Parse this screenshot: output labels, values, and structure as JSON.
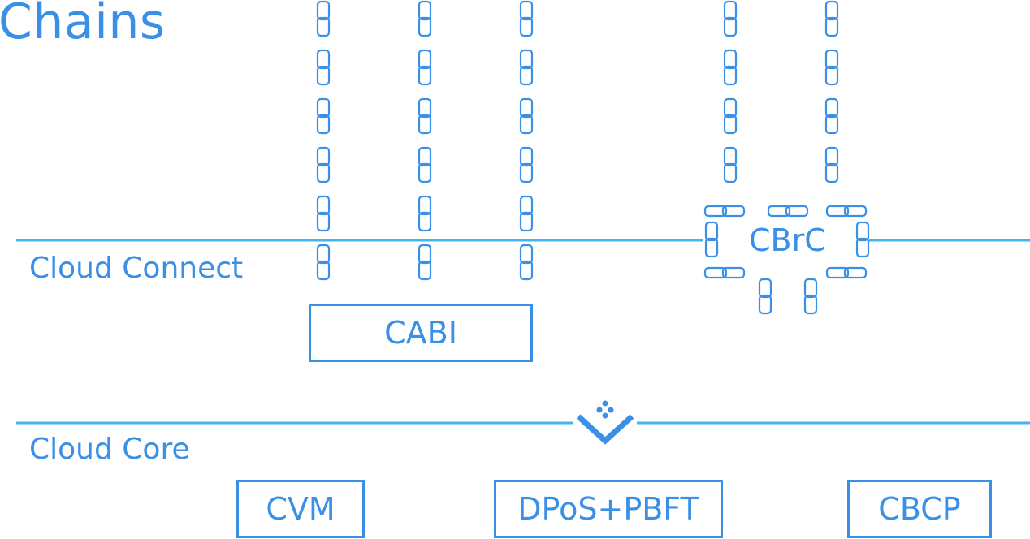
{
  "diagram": {
    "title": "Chains",
    "layers": {
      "connect": {
        "label": "Cloud Connect"
      },
      "core": {
        "label": "Cloud Core"
      }
    },
    "components": {
      "cabi": "CABI",
      "cbrc": "CBrC",
      "cvm": "CVM",
      "consensus": "DPoS+PBFT",
      "cbcp": "CBCP"
    },
    "icons": [
      "chain-link-icon",
      "merge-arrow-icon"
    ],
    "colors": {
      "primary": "#3a8fe6",
      "line": "#46b2f0"
    }
  }
}
